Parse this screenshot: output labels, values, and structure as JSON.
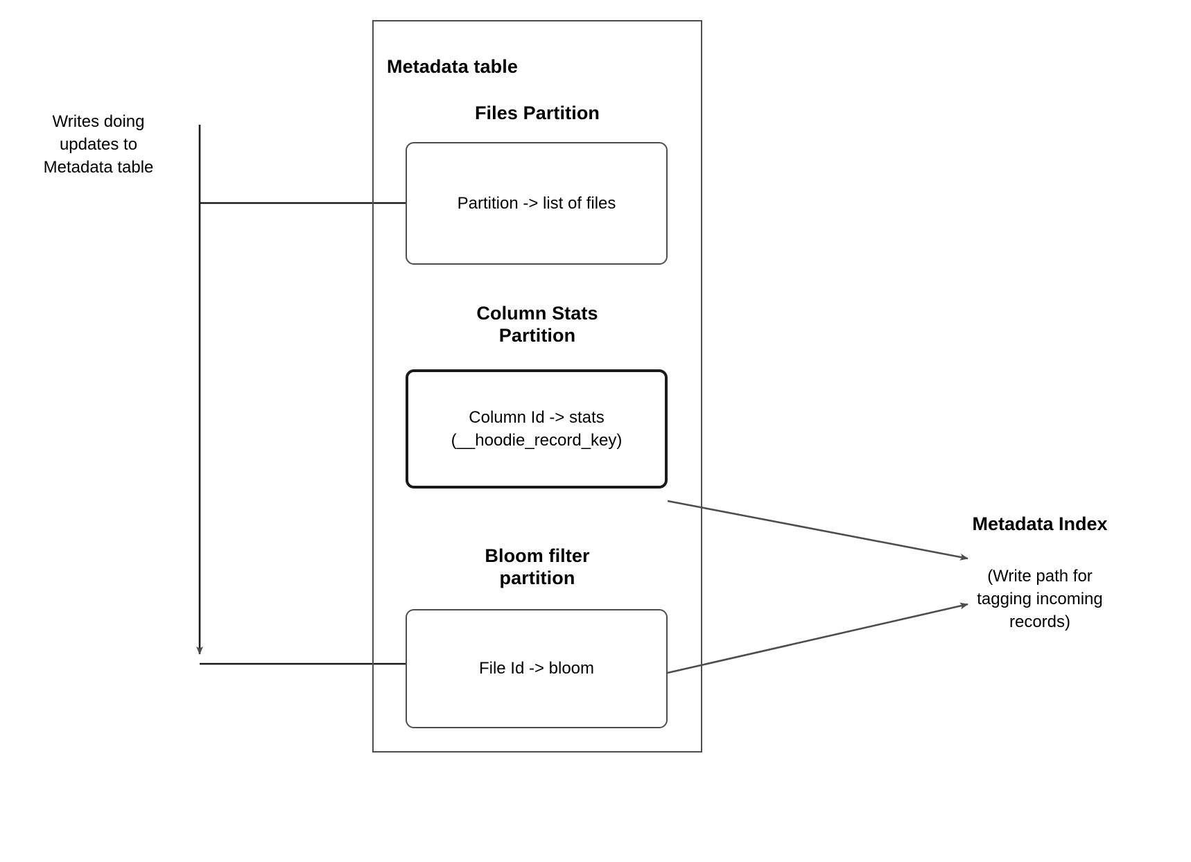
{
  "diagram": {
    "title": "Metadata table",
    "container": {
      "label": "Metadata table"
    },
    "partitions": [
      {
        "id": "files",
        "heading": "Files Partition",
        "box_text": "Partition -> list of files"
      },
      {
        "id": "column-stats",
        "heading": "Column Stats\nPartition",
        "box_text": "Column Id  -> stats\n(__hoodie_record_key)"
      },
      {
        "id": "bloom-filter",
        "heading": "Bloom filter\npartition",
        "box_text": "File Id -> bloom"
      }
    ],
    "annotations": {
      "writes_label": "Writes doing\nupdates to\nMetadata table",
      "metadata_index_title": "Metadata Index",
      "metadata_index_caption": "(Write path for\ntagging incoming\nrecords)"
    },
    "colors": {
      "stroke": "#4d4d4d",
      "stroke_dark": "#1a1a1a",
      "arrow_fill": "#4d4d4d",
      "background": "#ffffff",
      "text": "#000000"
    }
  }
}
